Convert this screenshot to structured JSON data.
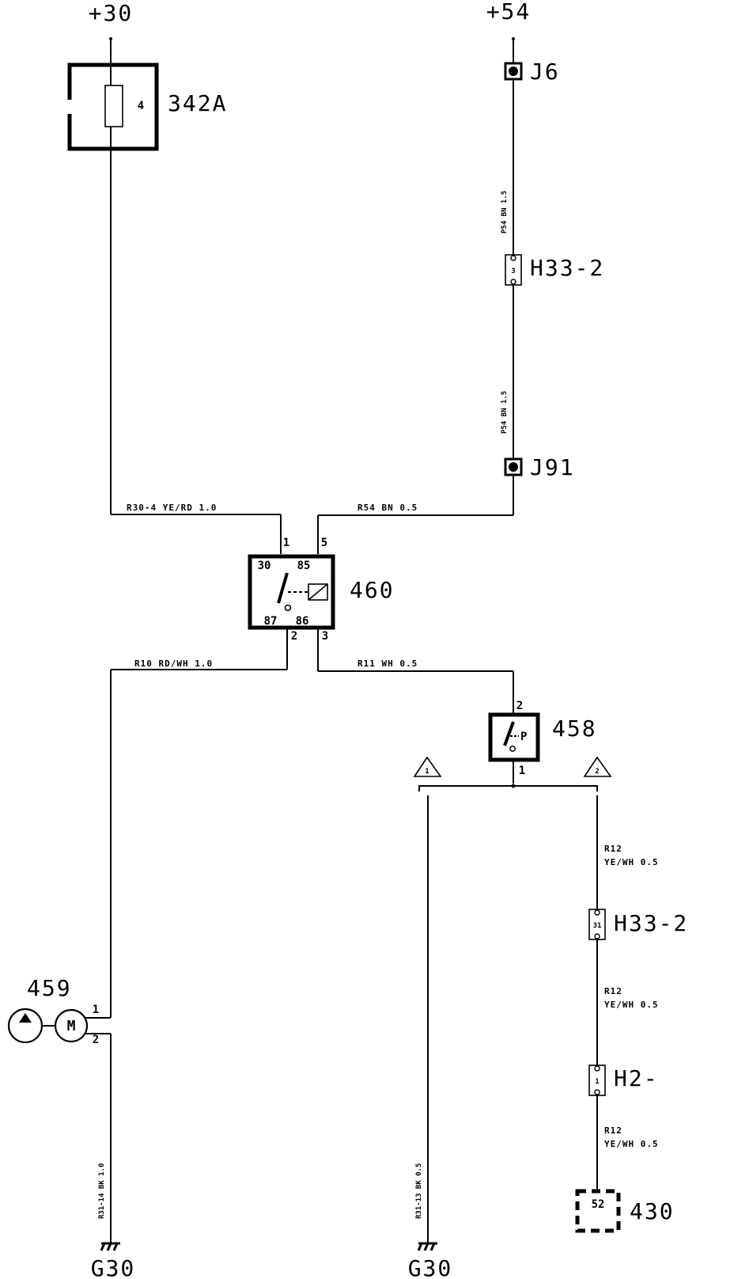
{
  "supplies": {
    "plus30": "+30",
    "plus54": "+54"
  },
  "fuse": {
    "id": "342A",
    "number": "4"
  },
  "relay": {
    "id": "460",
    "term_30": "30",
    "term_85": "85",
    "term_87": "87",
    "term_86": "86",
    "pin_1": "1",
    "pin_5": "5",
    "pin_2": "2",
    "pin_3": "3"
  },
  "connectors": {
    "j6": "J6",
    "h33_top": "H33-2",
    "h33_top_pin": "3",
    "j91": "J91",
    "h33_bottom": "H33-2",
    "h33_bottom_pin": "31",
    "h2": "H2-",
    "h2_pin": "1"
  },
  "switch": {
    "id": "458",
    "pin_top": "2",
    "pin_bottom": "1",
    "symbol": "P"
  },
  "motor": {
    "id": "459",
    "symbol": "M",
    "pin_1": "1",
    "pin_2": "2"
  },
  "module": {
    "id": "430",
    "pin": "52"
  },
  "grounds": {
    "left": "G30",
    "right": "G30"
  },
  "notes": {
    "note_1": "1",
    "note_2": "2"
  },
  "wires": {
    "p54_upper": "P54 BN 1.5",
    "p54_lower": "P54 BN 1.5",
    "r30_4": "R30-4 YE/RD 1.0",
    "r54": "R54 BN 0.5",
    "r10": "R10 RD/WH 1.0",
    "r11": "R11 WH 0.5",
    "r12_a_1": "R12",
    "r12_a_2": "YE/WH 0.5",
    "r12_b_1": "R12",
    "r12_b_2": "YE/WH 0.5",
    "r12_c_1": "R12",
    "r12_c_2": "YE/WH 0.5",
    "r31_14": "R31-14 BK 1.0",
    "r31_13": "R31-13 BK 0.5"
  }
}
